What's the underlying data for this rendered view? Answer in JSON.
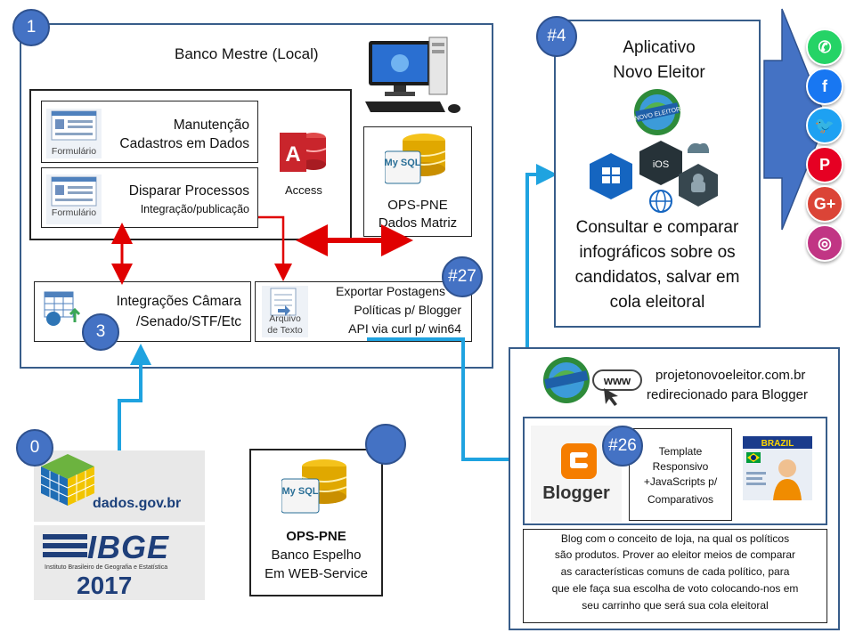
{
  "badges": {
    "b1": "1",
    "b3": "3",
    "b4": "#4",
    "b27": "#27",
    "b26": "#26",
    "b0": "0",
    "bblank": ""
  },
  "main": {
    "title": "Banco Mestre (Local)",
    "form_label": "Formulário",
    "manut": [
      "Manutenção",
      "Cadastros em Dados"
    ],
    "disparar": [
      "Disparar Processos",
      "Integração/publicação"
    ],
    "access_label": "Access",
    "access_letter": "A",
    "ops_matriz": [
      "OPS-PNE",
      "Dados Matriz"
    ],
    "mysql_label": "My SQL",
    "integracoes": [
      "Integrações Câmara",
      "/Senado/STF/Etc"
    ],
    "arquivo_label": [
      "Arquivo",
      "de Texto"
    ],
    "exportar": [
      "Exportar Postagens",
      "Políticas p/ Blogger",
      "API  via curl p/ win64"
    ]
  },
  "app": {
    "title": [
      "Aplicativo",
      "Novo Eleitor"
    ],
    "logo_text": "NOVO ELEITOR",
    "ios_label": "iOS",
    "description": [
      "Consultar e comparar",
      "infográficos sobre os",
      "candidatos, salvar em",
      "cola eleitoral"
    ]
  },
  "social": [
    {
      "name": "whatsapp",
      "color": "#25d366",
      "glyph": "✆"
    },
    {
      "name": "facebook",
      "color": "#1877f2",
      "glyph": "f"
    },
    {
      "name": "twitter",
      "color": "#1da1f2",
      "glyph": "🐦"
    },
    {
      "name": "pinterest",
      "color": "#e60023",
      "glyph": "P"
    },
    {
      "name": "googleplus",
      "color": "#db4437",
      "glyph": "G+"
    },
    {
      "name": "instagram",
      "color": "#c13584",
      "glyph": "◎"
    }
  ],
  "web": {
    "url": "projetonovoeleitor.com.br",
    "redirect": "redirecionado para Blogger",
    "www_label": "www",
    "blogger_label": "Blogger",
    "template": [
      "Template",
      "Responsivo",
      "+JavaScripts p/",
      "Comparativos"
    ],
    "brazil_label": "BRAZIL",
    "blog_desc": [
      "Blog com o conceito de loja, na qual os políticos",
      "são produtos.  Prover ao eleitor meios de comparar",
      "as características comuns de cada político, para",
      "que ele faça sua escolha de voto colocando-nos em",
      "seu carrinho que será sua cola eleitoral"
    ]
  },
  "sources": {
    "dados": "dados.gov.br",
    "ibge": "IBGE",
    "ibge_sub": "Instituto Brasileiro de Geografia e Estatística",
    "year": "2017"
  },
  "espelho": {
    "title": "OPS-PNE",
    "lines": [
      "Banco Espelho",
      "Em WEB-Service"
    ]
  }
}
